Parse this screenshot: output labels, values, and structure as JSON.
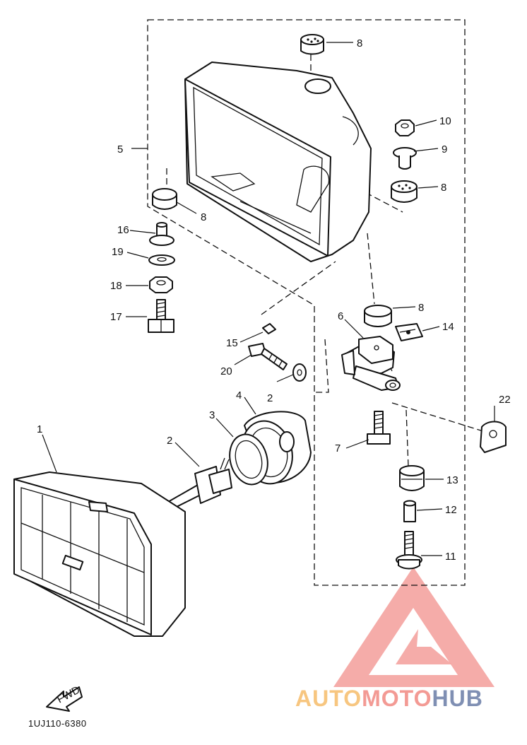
{
  "diagram": {
    "callouts": [
      {
        "num": "1",
        "part": "headlight-unit"
      },
      {
        "num": "2",
        "part": "bulb"
      },
      {
        "num": "2",
        "part": "washer"
      },
      {
        "num": "3",
        "part": "bulb-holder-ring"
      },
      {
        "num": "4",
        "part": "socket-cover"
      },
      {
        "num": "5",
        "part": "headlight-body"
      },
      {
        "num": "6",
        "part": "bracket"
      },
      {
        "num": "7",
        "part": "bolt"
      },
      {
        "num": "8",
        "part": "grommet"
      },
      {
        "num": "8",
        "part": "grommet"
      },
      {
        "num": "8",
        "part": "grommet"
      },
      {
        "num": "8",
        "part": "grommet"
      },
      {
        "num": "9",
        "part": "collar"
      },
      {
        "num": "10",
        "part": "nut"
      },
      {
        "num": "11",
        "part": "bolt"
      },
      {
        "num": "12",
        "part": "collar"
      },
      {
        "num": "13",
        "part": "damper"
      },
      {
        "num": "14",
        "part": "nut-clip"
      },
      {
        "num": "15",
        "part": "screw"
      },
      {
        "num": "16",
        "part": "collar"
      },
      {
        "num": "17",
        "part": "bolt"
      },
      {
        "num": "18",
        "part": "nut"
      },
      {
        "num": "19",
        "part": "washer"
      },
      {
        "num": "20",
        "part": "screw"
      },
      {
        "num": "22",
        "part": "bracket"
      }
    ],
    "fwd_label": "FWD",
    "drawing_code": "1UJ110-6380",
    "watermark": {
      "part1": "AUTO",
      "part2": "MOTO",
      "part3": "HUB",
      "color1": "#f7c680",
      "color2": "#f39a94",
      "color3": "#7f8fb3"
    }
  }
}
